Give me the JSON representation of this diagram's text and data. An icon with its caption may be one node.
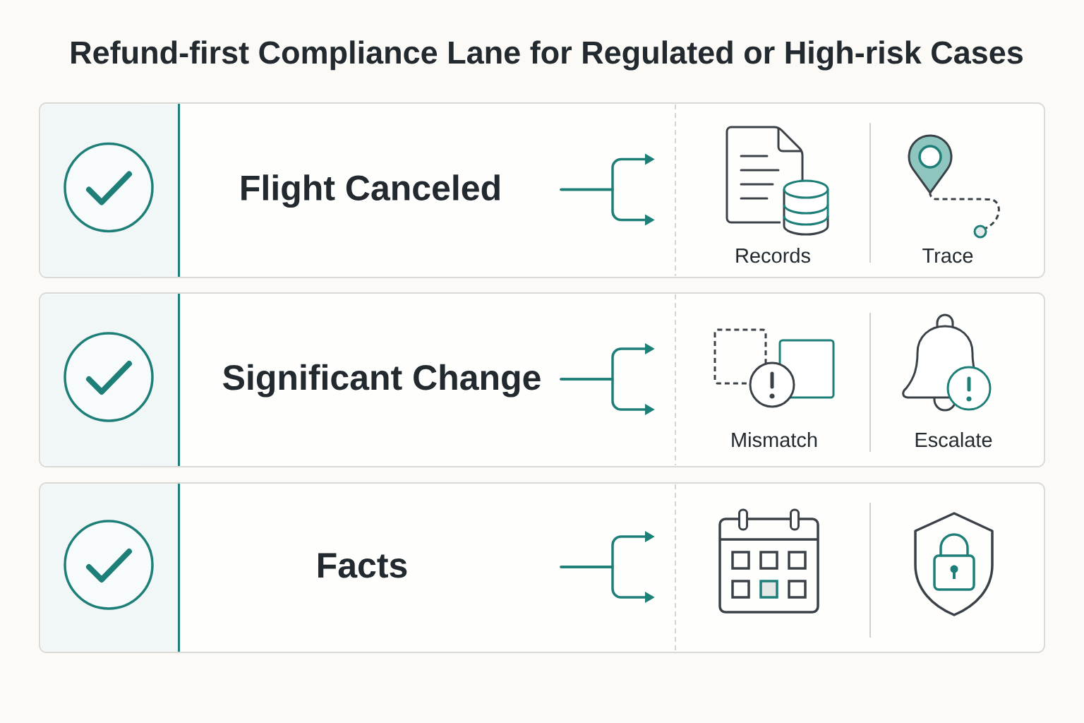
{
  "diagram": {
    "title": "Refund-first Compliance Lane for Regulated or High-risk Cases",
    "nodes": [
      {
        "text": [],
        "shape": "box"
      },
      {
        "text": [
          "Flight Canceled"
        ],
        "in": 0
      },
      {
        "text": [],
        "shape": "box"
      },
      {
        "text": [
          "Significant Change"
        ],
        "in": 2
      },
      {
        "text": [],
        "shape": "box"
      },
      {
        "text": [
          "Facts"
        ],
        "in": 4
      }
    ],
    "labels": [
      "Records",
      "Trace",
      "Mismatch",
      "Escalate"
    ]
  }
}
